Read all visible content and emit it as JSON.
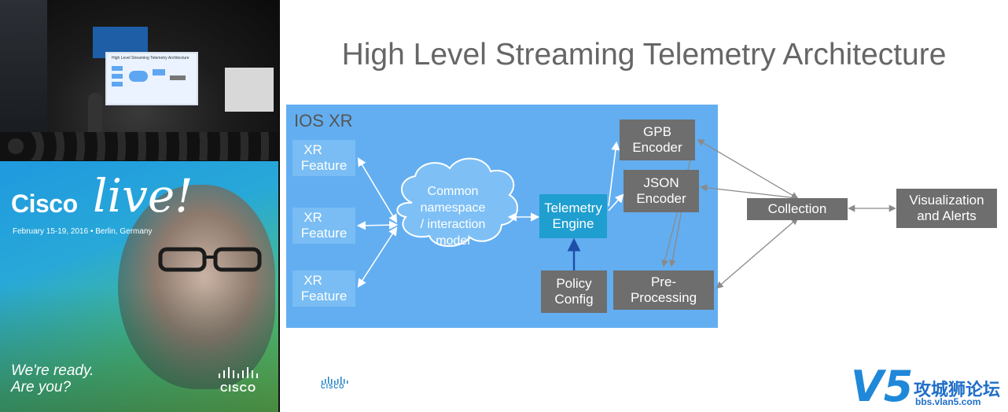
{
  "webcam": {
    "screen_title": "High Level Streaming Telemetry Architecture"
  },
  "promo": {
    "brand": "Cisco",
    "live": "live!",
    "dates": "February 15-19, 2016 • Berlin, Germany",
    "tagline_line1": "We're ready.",
    "tagline_line2": "Are you?",
    "logo_text": "CISCO"
  },
  "slide": {
    "title": "High Level Streaming Telemetry Architecture",
    "panel_label": "IOS XR",
    "features": [
      {
        "line1": "XR",
        "line2": "Feature"
      },
      {
        "line1": "XR",
        "line2": "Feature"
      },
      {
        "line1": "XR",
        "line2": "Feature"
      }
    ],
    "cloud": {
      "line1": "Common",
      "line2": "namespace",
      "line3": "/ interaction",
      "line4": "model"
    },
    "telemetry_engine": {
      "line1": "Telemetry",
      "line2": "Engine"
    },
    "policy_config": {
      "line1": "Policy",
      "line2": "Config"
    },
    "gpb_encoder": {
      "line1": "GPB",
      "line2": "Encoder"
    },
    "json_encoder": {
      "line1": "JSON",
      "line2": "Encoder"
    },
    "pre_processing": {
      "line1": "Pre-",
      "line2": "Processing"
    },
    "collection": "Collection",
    "visualization": {
      "line1": "Visualization",
      "line2": "and Alerts"
    },
    "footer_logo": "CISCO"
  },
  "watermark": {
    "mark": "V5",
    "chinese": "攻城狮论坛",
    "url": "bbs.vlan5.com"
  },
  "colors": {
    "panel_blue": "#63aef1",
    "feature_blue": "#79bdf4",
    "box_gray": "#6e6e6e",
    "engine_teal": "#1f9ed0",
    "title_gray": "#666666"
  }
}
